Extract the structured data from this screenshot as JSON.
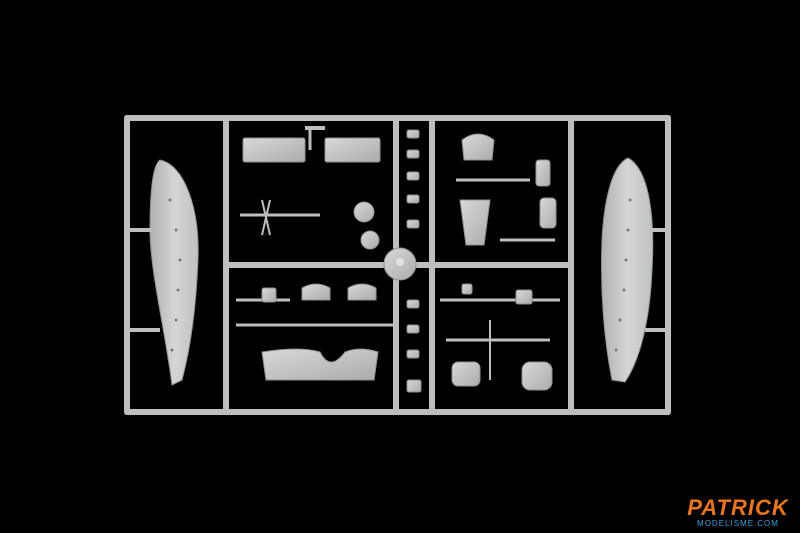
{
  "photo": {
    "subject": "plastic model kit sprue",
    "colors": {
      "background": "#000000",
      "plastic": "#c9cbc8",
      "plastic_shadow": "#8e918f",
      "watermark_orange": "#e8761e",
      "watermark_blue": "#3aa0e0"
    }
  },
  "watermark": {
    "brand": "PATRICK",
    "site": "MODELISME.COM"
  }
}
